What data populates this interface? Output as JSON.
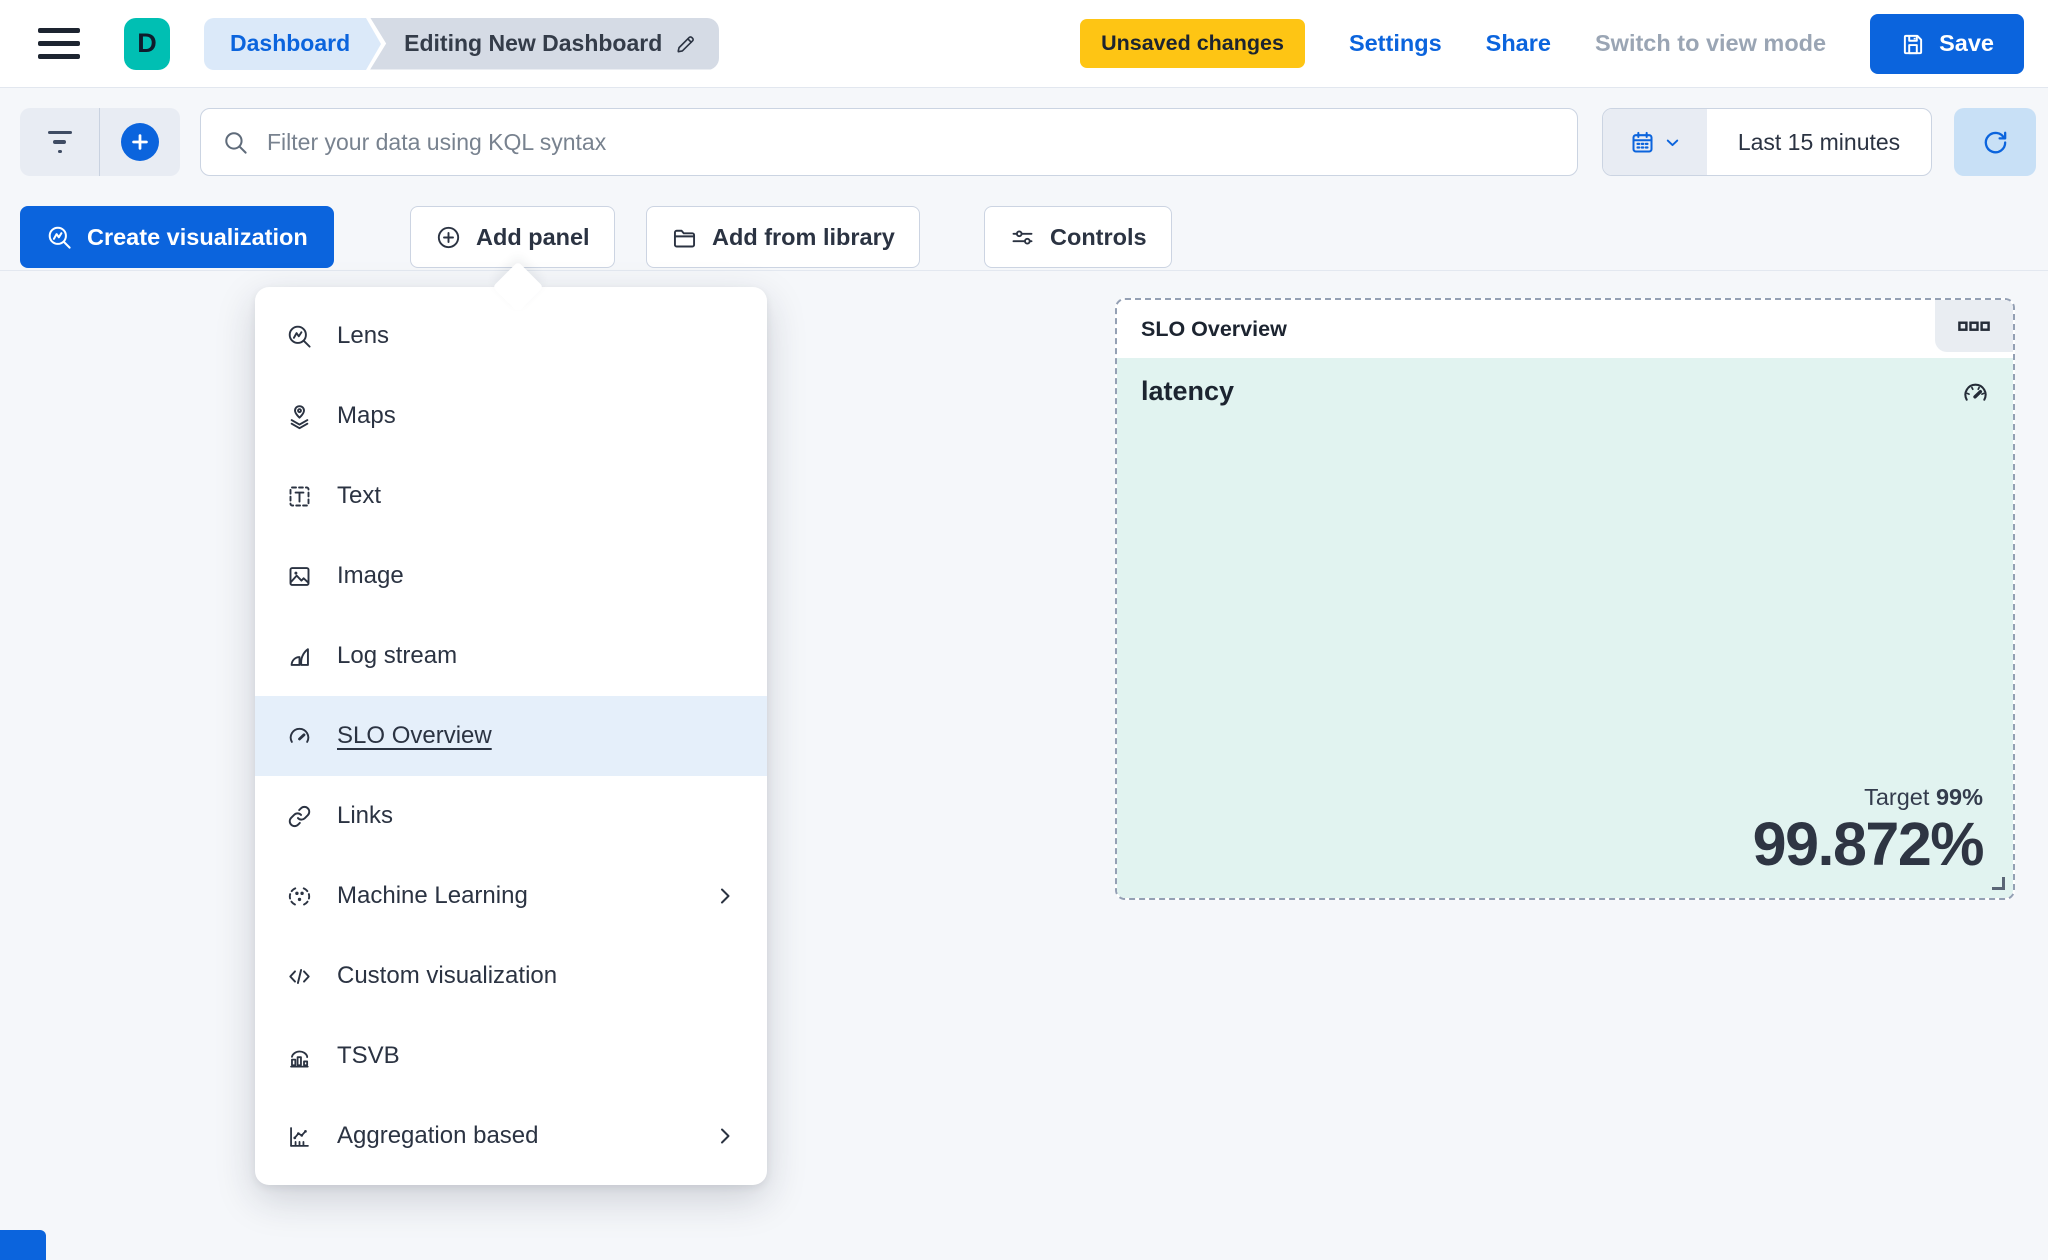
{
  "colors": {
    "primary": "#0b64dd",
    "logo_teal": "#00bfb3",
    "unsaved_badge_yellow": "#fec514",
    "panel_mint": "#e1f3f0",
    "menu_highlight_blue": "#e5effa",
    "text_dark": "#2b3342"
  },
  "topbar": {
    "menu_icon": "hamburger-icon",
    "logo_letter": "D",
    "breadcrumb": {
      "items": [
        "Dashboard",
        "Editing New Dashboard"
      ],
      "edit_icon": "pencil-icon"
    },
    "unsaved_badge": "Unsaved changes",
    "settings_label": "Settings",
    "share_label": "Share",
    "view_mode_label": "Switch to view mode",
    "save_label": "Save",
    "save_icon": "save-icon"
  },
  "querybar": {
    "filter_icon": "filter-icon",
    "add_filter_icon": "plus-circle-icon",
    "search_icon": "search-icon",
    "search_placeholder": "Filter your data using KQL syntax",
    "calendar_icon": "calendar-icon",
    "time_range": "Last 15 minutes",
    "refresh_icon": "refresh-icon"
  },
  "actionsbar": {
    "create_visualization_label": "Create visualization",
    "create_visualization_icon": "lens-icon",
    "add_panel_label": "Add panel",
    "add_panel_icon": "plus-circle-icon",
    "add_from_library_label": "Add from library",
    "add_from_library_icon": "folder-icon",
    "controls_label": "Controls",
    "controls_icon": "sliders-icon"
  },
  "add_panel_menu": {
    "items": [
      {
        "label": "Lens",
        "icon": "lens-icon",
        "selected": false,
        "has_submenu": false
      },
      {
        "label": "Maps",
        "icon": "maps-icon",
        "selected": false,
        "has_submenu": false
      },
      {
        "label": "Text",
        "icon": "text-icon",
        "selected": false,
        "has_submenu": false
      },
      {
        "label": "Image",
        "icon": "image-icon",
        "selected": false,
        "has_submenu": false
      },
      {
        "label": "Log stream",
        "icon": "log-stream-icon",
        "selected": false,
        "has_submenu": false
      },
      {
        "label": "SLO Overview",
        "icon": "gauge-icon",
        "selected": true,
        "has_submenu": false
      },
      {
        "label": "Links",
        "icon": "link-icon",
        "selected": false,
        "has_submenu": false
      },
      {
        "label": "Machine Learning",
        "icon": "machine-learning-icon",
        "selected": false,
        "has_submenu": true
      },
      {
        "label": "Custom visualization",
        "icon": "code-icon",
        "selected": false,
        "has_submenu": false
      },
      {
        "label": "TSVB",
        "icon": "tsvb-icon",
        "selected": false,
        "has_submenu": false
      },
      {
        "label": "Aggregation based",
        "icon": "aggregation-icon",
        "selected": false,
        "has_submenu": true
      }
    ]
  },
  "slo_panel": {
    "header_title": "SLO Overview",
    "options_icon": "boxes-horizontal-icon",
    "metric_title": "latency",
    "metric_icon": "gauge-icon",
    "target_label": "Target",
    "target_value": "99%",
    "value": "99.872%"
  }
}
